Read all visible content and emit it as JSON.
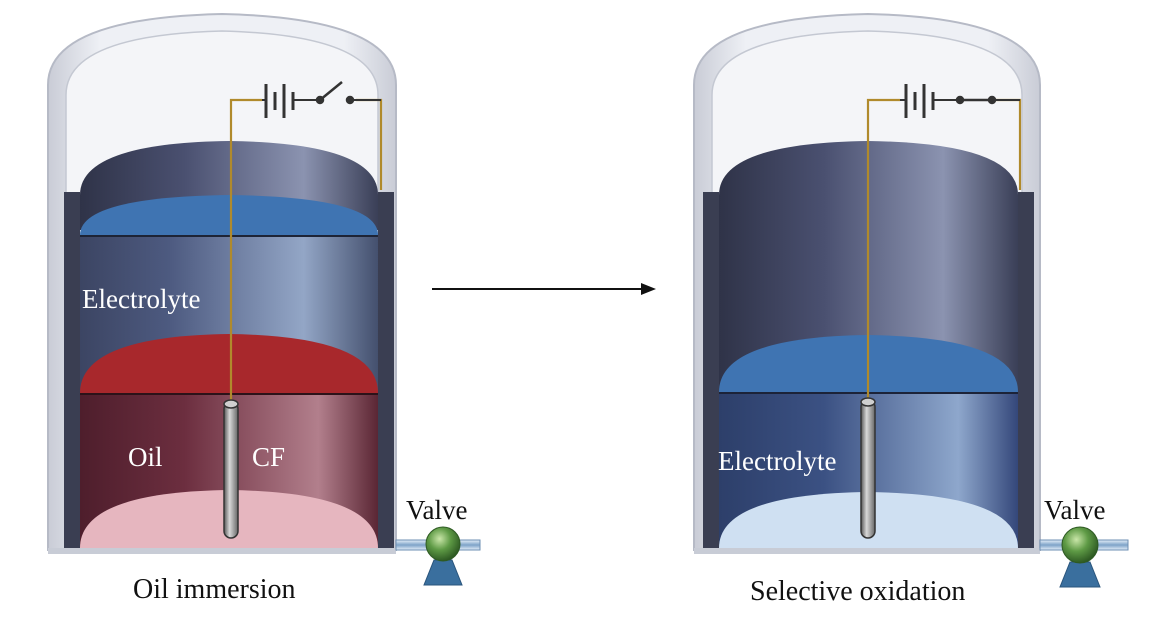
{
  "left_panel": {
    "electrolyte_label": "Electrolyte",
    "oil_label": "Oil",
    "cf_label": "CF",
    "valve_label": "Valve",
    "caption": "Oil immersion"
  },
  "right_panel": {
    "electrolyte_label": "Electrolyte",
    "valve_label": "Valve",
    "caption": "Selective oxidation"
  },
  "colors": {
    "electrolyte_blue": "#3f74b2",
    "oil_red": "#a8282c",
    "oil_body": "#6b2b3a",
    "wire": "#b08a2c",
    "valve_green": "#4f8f3c",
    "valve_base": "#3a6f9e"
  }
}
